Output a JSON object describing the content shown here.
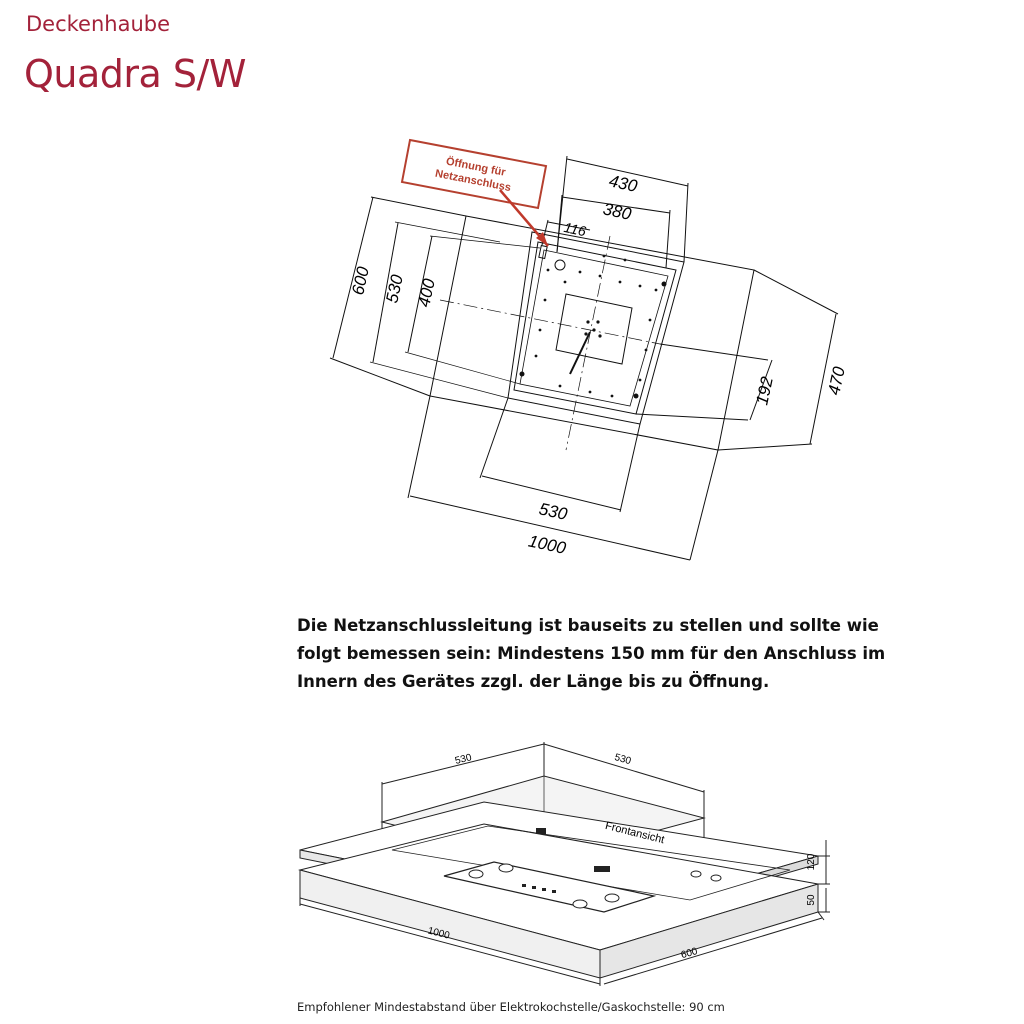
{
  "header": {
    "category": "Deckenhaube",
    "model": "Quadra S/W"
  },
  "top_diagram": {
    "callout": [
      "Öffnung für",
      "Netzanschluss"
    ],
    "dimensions": {
      "d430": "430",
      "d380": "380",
      "d116": "116",
      "d600": "600",
      "d530_left": "530",
      "d400": "400",
      "d192": "192",
      "d470": "470",
      "d530_bottom": "530",
      "d1000": "1000"
    }
  },
  "description": [
    "Die Netzanschlussleitung ist bauseits zu stellen und sollte wie",
    "folgt bemessen sein: Mindestens 150 mm für den Anschluss im",
    "Innern des Gerätes zzgl. der Länge bis zu Öffnung."
  ],
  "bottom_diagram": {
    "label_front": "Frontansicht",
    "dimensions": {
      "top_left": "530",
      "top_right": "530",
      "h120": "120",
      "h50": "50",
      "w1000": "1000",
      "d600": "600"
    }
  },
  "footer": "Empfohlener Mindestabstand über Elektrokochstelle/Gaskochstelle: 90 cm"
}
